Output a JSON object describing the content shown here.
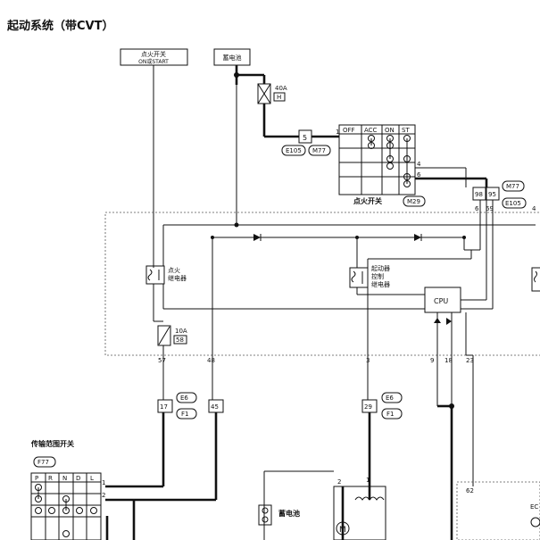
{
  "title": "起动系统（带CVT）",
  "labels": {
    "ign_switch_box": "点火开关",
    "ign_switch_box_sub": "ON或START",
    "battery_box": "蓄电池",
    "fuse_40a": "40A",
    "fuse_40a_id": "H",
    "fuse_10a": "10A",
    "fuse_10a_id": "58",
    "ign_switch_caption": "点火开关",
    "ign_relay_l1": "点火",
    "ign_relay_l2": "继电器",
    "starter_relay_l1": "起动器",
    "starter_relay_l2": "控制",
    "starter_relay_l3": "继电器",
    "cpu": "CPU",
    "range_switch": "传输范围开关",
    "battery": "蓄电池",
    "motor": "M"
  },
  "connectors": {
    "e105_a": "E105",
    "m77_a": "M77",
    "m29": "M29",
    "m77_b": "M77",
    "e105_b": "E105",
    "e6_a": "E6",
    "f1_a": "F1",
    "e6_b": "E6",
    "f1_b": "F1",
    "f77": "F77"
  },
  "ign_table": {
    "headers": [
      "OFF",
      "ACC",
      "ON",
      "ST"
    ]
  },
  "range_table": {
    "headers": [
      "P",
      "R",
      "N",
      "D",
      "L"
    ]
  },
  "pins": {
    "p1": "1",
    "p5": "5",
    "p4": "4",
    "p6": "6",
    "p98": "98",
    "p95": "95",
    "p6b": "6",
    "p69": "69",
    "p4b": "4",
    "p57": "57",
    "p48": "48",
    "p3": "3",
    "p9": "9",
    "p18": "18",
    "p23": "23",
    "p17": "17",
    "p45": "45",
    "p29": "29",
    "p1b": "1",
    "p1c": "1",
    "p2": "2",
    "p2b": "2",
    "p62": "62",
    "ec": "EC"
  }
}
